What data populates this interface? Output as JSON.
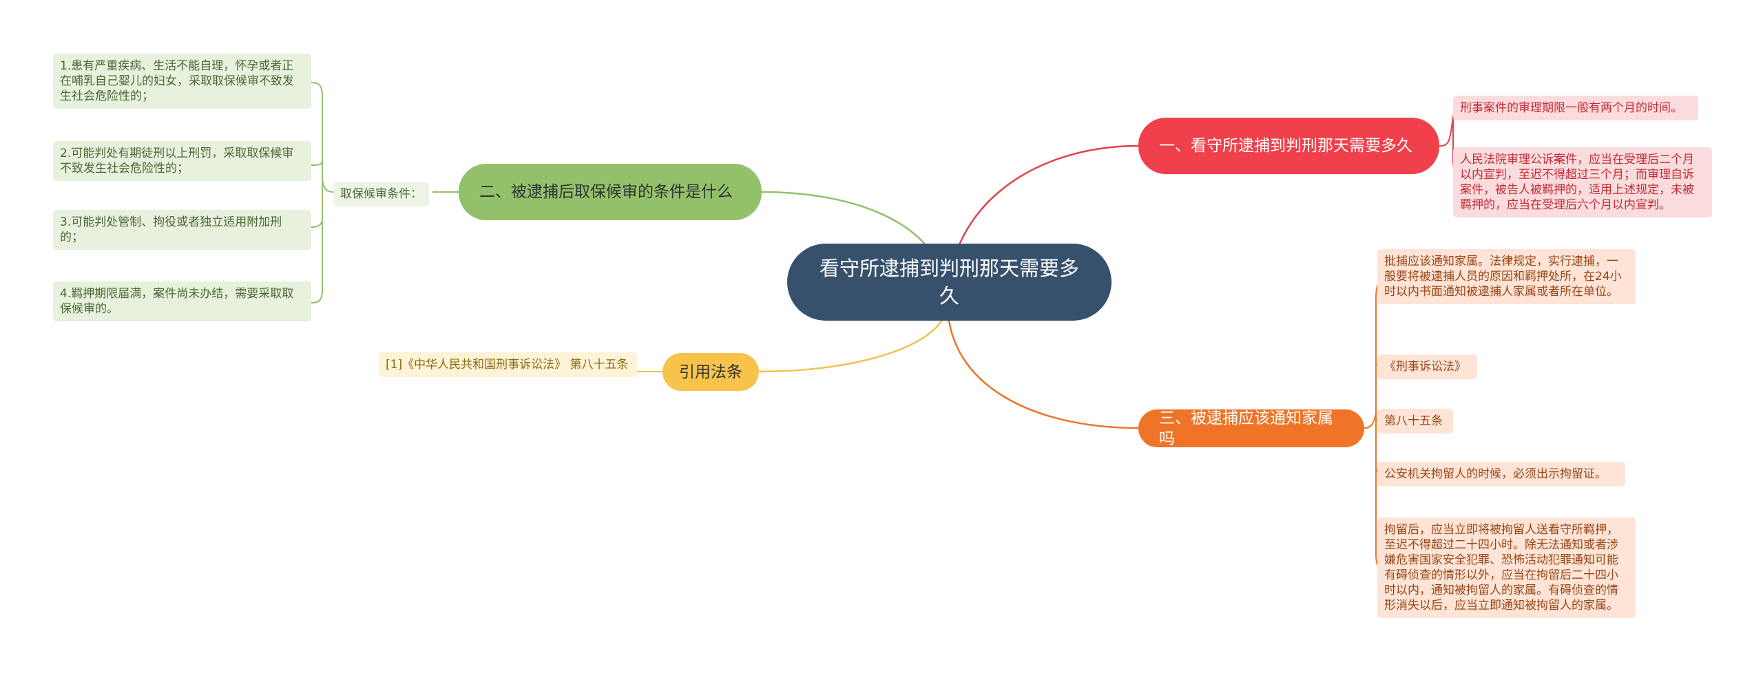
{
  "root": {
    "title": "看守所逮捕到判刑那天需要多久"
  },
  "branches": {
    "b1": {
      "title": "一、看守所逮捕到判刑那天需要多久",
      "color": "#f0404b",
      "leaves": [
        "刑事案件的审理期限一般有两个月的时间。",
        "人民法院审理公诉案件，应当在受理后二个月以内宣判，至迟不得超过三个月；而审理自诉案件，被告人被羁押的，适用上述规定，未被羁押的，应当在受理后六个月以内宣判。"
      ]
    },
    "b2": {
      "title": "二、被逮捕后取保候审的条件是什么",
      "color": "#93c06a",
      "sub_label": "取保候审条件：",
      "leaves": [
        "1.患有严重疾病、生活不能自理，怀孕或者正在哺乳自己婴儿的妇女，采取取保候审不致发生社会危险性的；",
        "2.可能判处有期徒刑以上刑罚，采取取保候审不致发生社会危险性的；",
        "3.可能判处管制、拘役或者独立适用附加刑的；",
        "4.羁押期限届满，案件尚未办结，需要采取取保候审的。"
      ]
    },
    "b3": {
      "title": "三、被逮捕应该通知家属吗",
      "color": "#ef7428",
      "leaves": [
        "批捕应该通知家属。法律规定，实行逮捕，一般要将被逮捕人员的原因和羁押处所，在24小时以内书面通知被逮捕人家属或者所在单位。",
        "《刑事诉讼法》",
        "第八十五条",
        "公安机关拘留人的时候，必须出示拘留证。",
        "拘留后，应当立即将被拘留人送看守所羁押，至迟不得超过二十四小时。除无法通知或者涉嫌危害国家安全犯罪、恐怖活动犯罪通知可能有碍侦查的情形以外，应当在拘留后二十四小时以内，通知被拘留人的家属。有碍侦查的情形消失以后，应当立即通知被拘留人的家属。"
      ]
    },
    "b4": {
      "title": "引用法条",
      "color": "#f7c34a",
      "leaves": [
        "[1]《中华人民共和国刑事诉讼法》 第八十五条"
      ]
    }
  }
}
